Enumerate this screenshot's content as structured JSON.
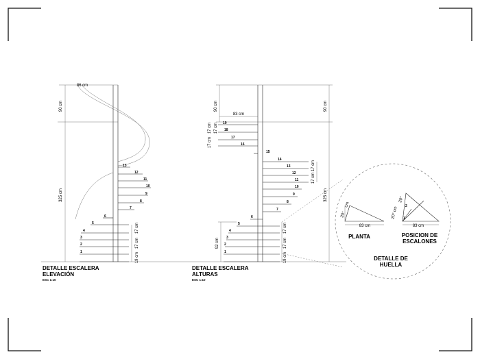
{
  "elevation": {
    "title_1": "DETALLE ESCALERA",
    "title_2": "ELEVACIÓN",
    "scale": "ESC 1:10",
    "dim_width": "86 cm",
    "dim_top": "90 cm",
    "dim_main": "325 cm",
    "dim_first": "19 cm",
    "dim_a": "17 cm",
    "dim_b": "17 cm",
    "steps": [
      "1",
      "2",
      "3",
      "4",
      "5",
      "6",
      "7",
      "8",
      "9",
      "10",
      "11",
      "12",
      "13"
    ]
  },
  "alturas": {
    "title_1": "DETALLE ESCALERA",
    "title_2": "ALTURAS",
    "scale": "ESC 1:10",
    "dim_width": "83 cm",
    "dim_top_left": "90 cm",
    "dim_top_right": "90 cm",
    "dim_main": "325 cm",
    "dim_low": "92 cm",
    "dim_first": "19 cm",
    "dim_17_a": "17 cm",
    "dim_17_b": "17 cm",
    "dim_17_c": "17 cm",
    "dim_17_d": "17 cm",
    "dim_17_e": "17 cm",
    "dim_17_f": "17 cm",
    "dim_17_g": "17 cm",
    "steps": [
      "1",
      "2",
      "3",
      "4",
      "5",
      "6",
      "7",
      "8",
      "9",
      "10",
      "11",
      "12",
      "13",
      "14",
      "15",
      "16",
      "17",
      "18",
      "19"
    ]
  },
  "huella": {
    "title_1": "DETALLE DE",
    "title_2": "HUELLA",
    "planta_label": "PLANTA",
    "planta_angle": "20°",
    "planta_angle_unit": "cm",
    "planta_width": "83 cm",
    "posicion_label_1": "POSICION DE",
    "posicion_label_2": "ESCALONES",
    "posicion_angle": "20° cm",
    "posicion_angle_b": "20°",
    "posicion_width": "83 cm",
    "posicion_step_a": "1",
    "posicion_step_b": "2"
  }
}
